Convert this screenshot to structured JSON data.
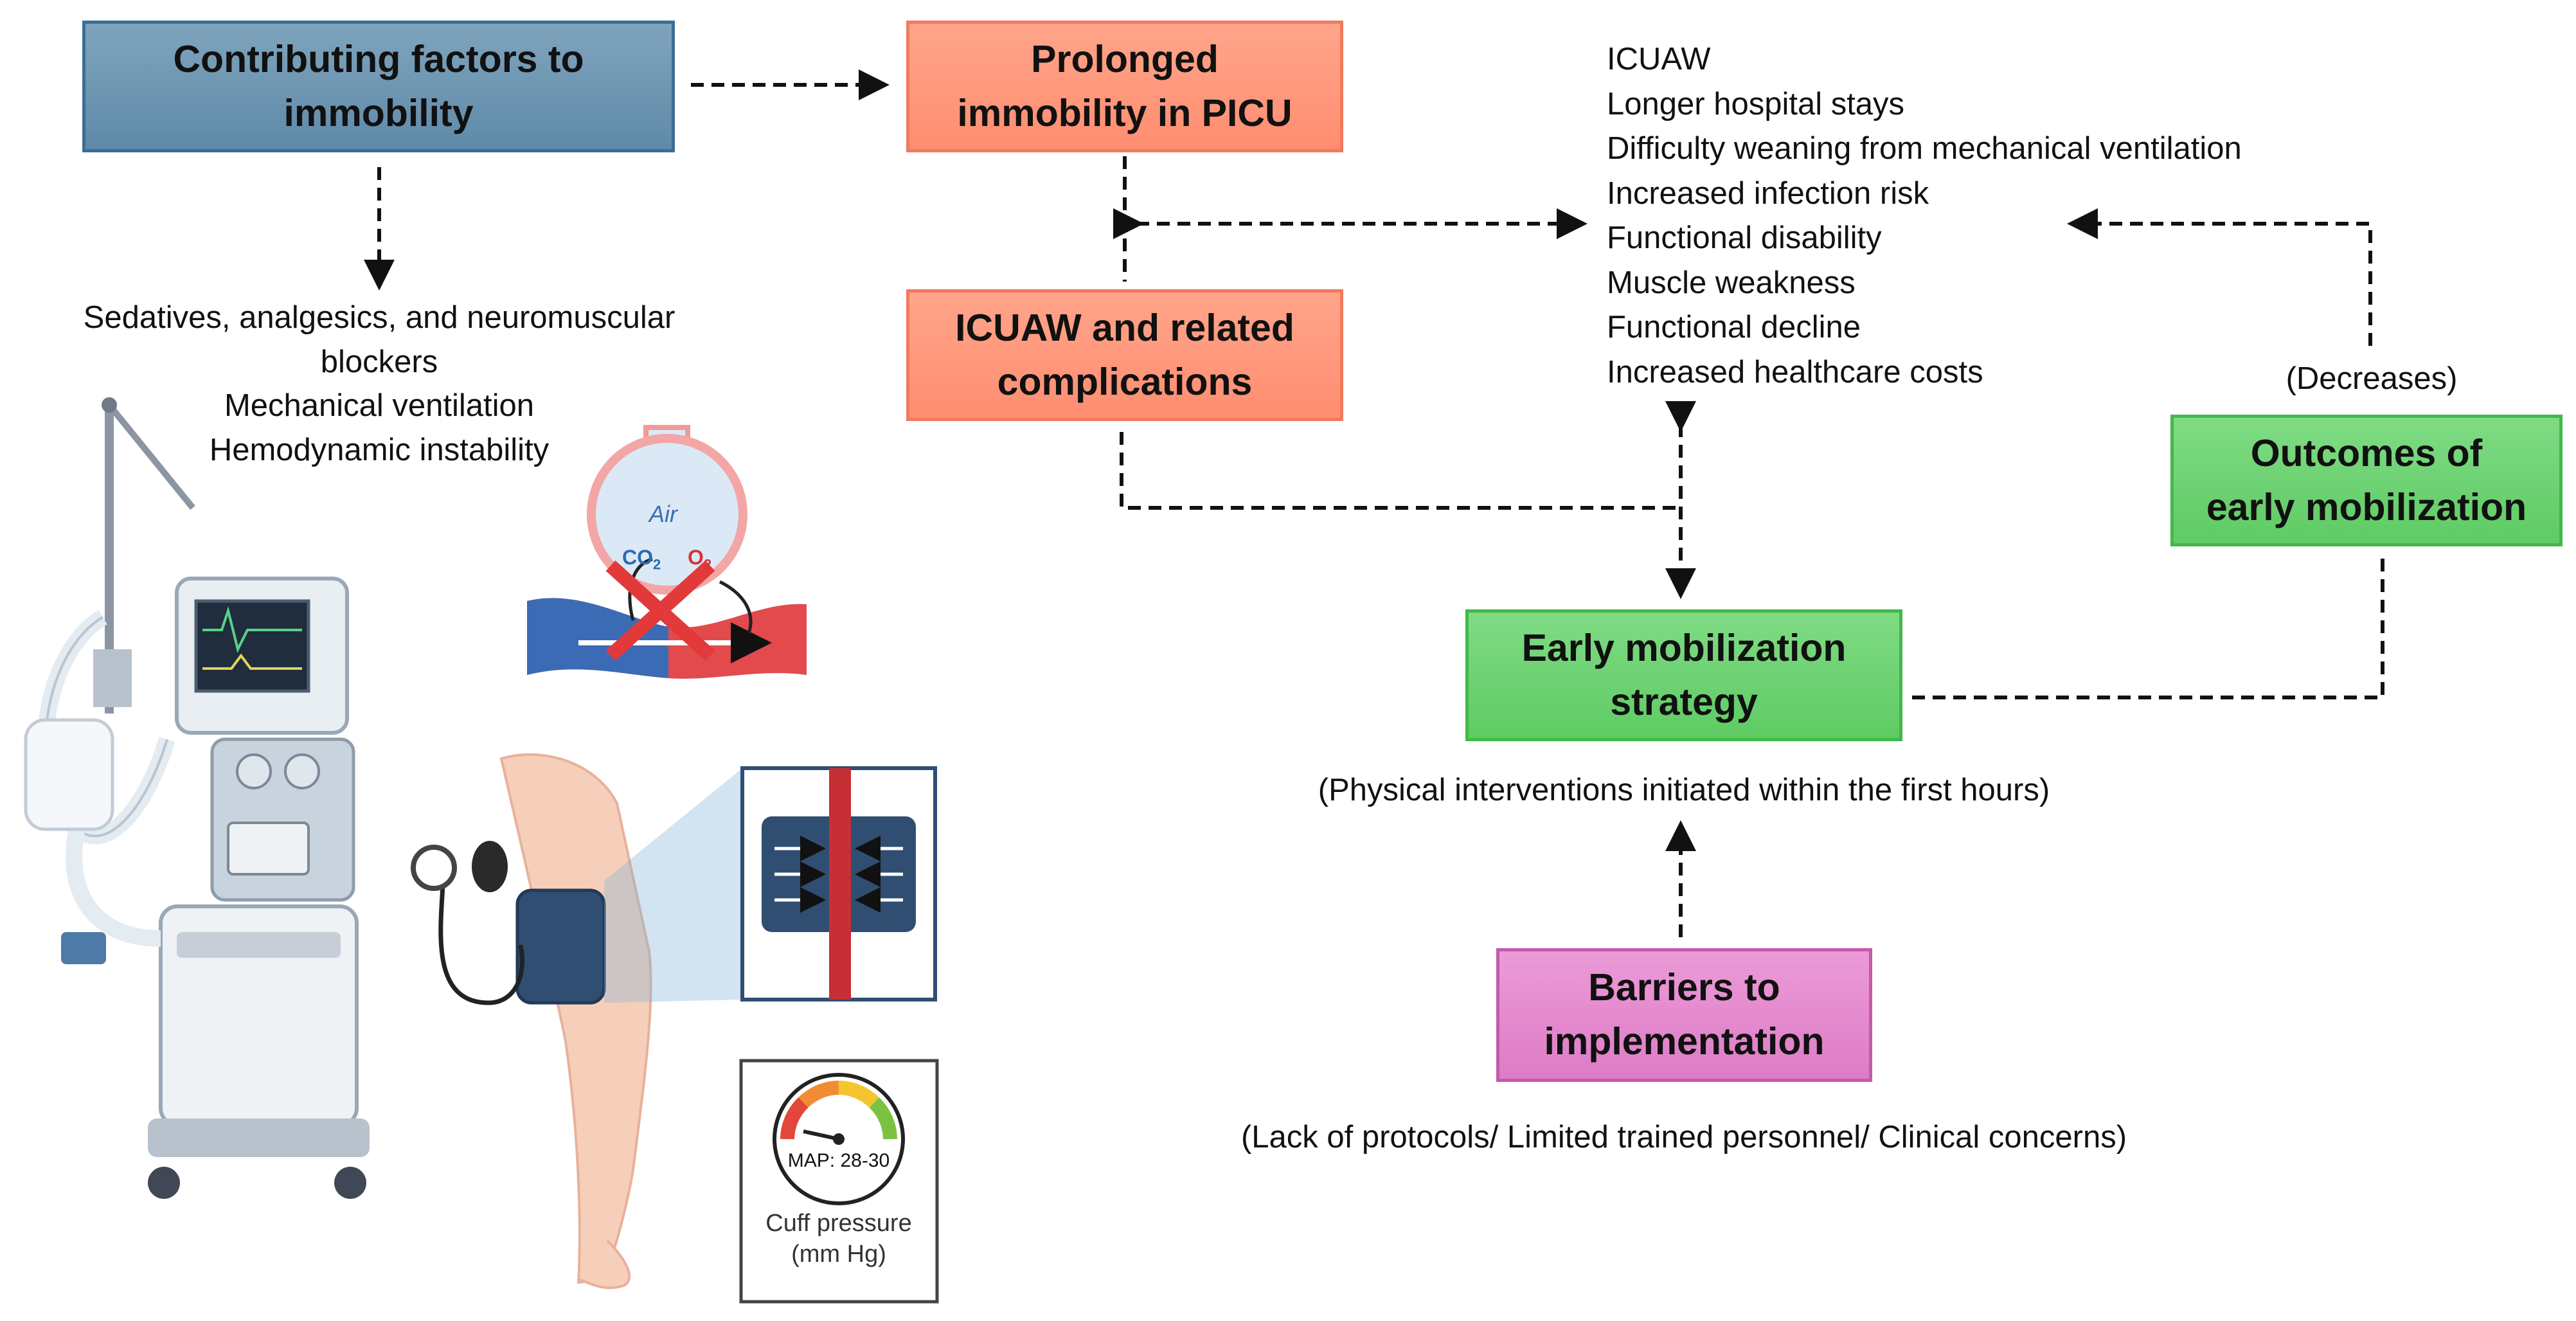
{
  "boxes": {
    "contributing": [
      "Contributing factors to",
      "immobility"
    ],
    "prolonged": [
      "Prolonged",
      "immobility in PICU"
    ],
    "icuaw": [
      "ICUAW and related",
      "complications"
    ],
    "early": [
      "Early mobilization",
      "strategy"
    ],
    "outcomes": [
      "Outcomes of",
      "early mobilization"
    ],
    "barriers": [
      "Barriers to",
      "implementation"
    ]
  },
  "factors": [
    "Sedatives, analgesics, and neuromuscular",
    "blockers",
    "Mechanical ventilation",
    "Hemodynamic instability"
  ],
  "complications": [
    "ICUAW",
    "Longer hospital stays",
    "Difficulty weaning from mechanical ventilation",
    "Increased infection risk",
    "Functional disability",
    "Muscle weakness",
    "Functional decline",
    "Increased healthcare costs"
  ],
  "notes": {
    "decreases": "(Decreases)",
    "physical": "(Physical interventions initiated within the first hours)",
    "lack": "(Lack of protocols/ Limited trained personnel/ Clinical concerns)"
  },
  "illustration": {
    "air": "Air",
    "co2": "CO",
    "co2_sub": "2",
    "o2": "O",
    "o2_sub": "2",
    "map": "MAP: 28-30",
    "cuff_line1": "Cuff pressure",
    "cuff_line2": "(mm Hg)"
  },
  "colors": {
    "blue": "#6d96b3",
    "orange": "#ff9a7c",
    "green": "#6bd270",
    "pink": "#e68bcf",
    "arrow": "#111111",
    "blood_red": "#e2474b",
    "blood_blue": "#2e6bb0"
  }
}
